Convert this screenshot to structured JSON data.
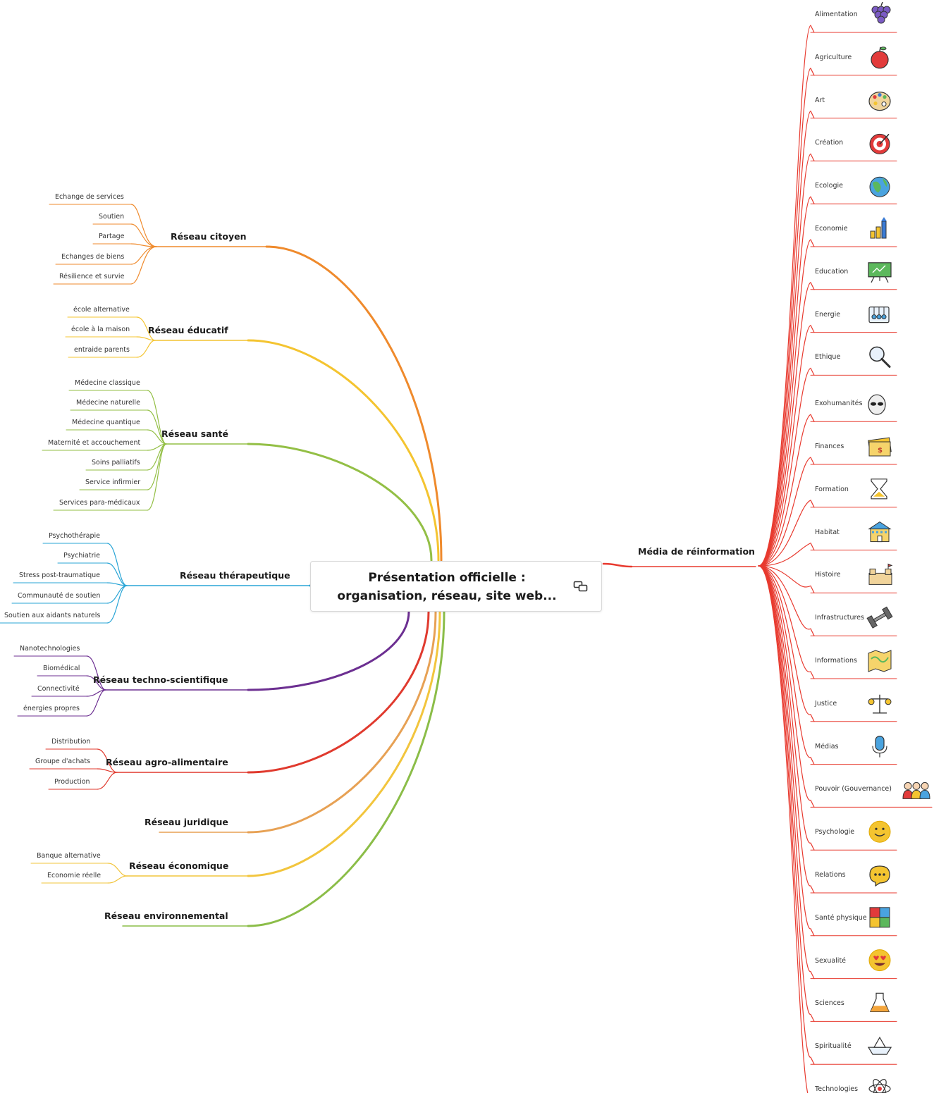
{
  "root": {
    "title_line1": "Présentation officielle :",
    "title_line2": "organisation, réseau, site web..."
  },
  "colors": {
    "citoyen": "#ef8a2c",
    "educatif": "#f4c430",
    "sante": "#93bf45",
    "therapeutique": "#2aa5d6",
    "techno": "#6c2f91",
    "agro": "#e03a2e",
    "juridique": "#e7a154",
    "economique": "#f2c53d",
    "environnemental": "#8bbd48",
    "media": "#e83a2f"
  },
  "branches": [
    {
      "key": "citoyen",
      "label": "Réseau citoyen",
      "children": [
        "Echange de services",
        "Soutien",
        "Partage",
        "Echanges de biens",
        "Résilience et survie"
      ]
    },
    {
      "key": "educatif",
      "label": "Réseau éducatif",
      "children": [
        "école alternative",
        "école à la maison",
        "entraide parents"
      ]
    },
    {
      "key": "sante",
      "label": "Réseau santé",
      "children": [
        "Médecine classique",
        "Médecine naturelle",
        "Médecine quantique",
        "Maternité et accouchement",
        "Soins palliatifs",
        "Service infirmier",
        "Services para-médicaux"
      ]
    },
    {
      "key": "therapeutique",
      "label": "Réseau thérapeutique",
      "children": [
        "Psychothérapie",
        "Psychiatrie",
        "Stress post-traumatique",
        "Communauté de soutien",
        "Soutien aux aidants naturels"
      ]
    },
    {
      "key": "techno",
      "label": "Réseau techno-scientifique",
      "children": [
        "Nanotechnologies",
        "Biomédical",
        "Connectivité",
        "énergies propres"
      ]
    },
    {
      "key": "agro",
      "label": "Réseau agro-alimentaire",
      "children": [
        "Distribution",
        "Groupe d'achats",
        "Production"
      ]
    },
    {
      "key": "juridique",
      "label": "Réseau juridique",
      "children": []
    },
    {
      "key": "economique",
      "label": "Réseau économique",
      "children": [
        "Banque alternative",
        "Economie réelle"
      ]
    },
    {
      "key": "environnemental",
      "label": "Réseau environnemental",
      "children": []
    }
  ],
  "media": {
    "label": "Média de réinformation",
    "items": [
      {
        "label": "Alimentation",
        "icon": "grapes-icon"
      },
      {
        "label": "Agriculture",
        "icon": "apple-icon"
      },
      {
        "label": "Art",
        "icon": "palette-icon"
      },
      {
        "label": "Création",
        "icon": "target-icon"
      },
      {
        "label": "Ecologie",
        "icon": "globe-icon"
      },
      {
        "label": "Economie",
        "icon": "bar-chart-icon"
      },
      {
        "label": "Education",
        "icon": "whiteboard-icon"
      },
      {
        "label": "Energie",
        "icon": "newtons-cradle-icon"
      },
      {
        "label": "Ethique",
        "icon": "magnifier-icon"
      },
      {
        "label": "Exohumanités",
        "icon": "alien-icon"
      },
      {
        "label": "Finances",
        "icon": "banknotes-icon"
      },
      {
        "label": "Formation",
        "icon": "hourglass-icon"
      },
      {
        "label": "Habitat",
        "icon": "building-icon"
      },
      {
        "label": "Histoire",
        "icon": "castle-icon"
      },
      {
        "label": "Infrastructures",
        "icon": "dumbbell-icon"
      },
      {
        "label": "Informations",
        "icon": "map-icon"
      },
      {
        "label": "Justice",
        "icon": "scales-icon"
      },
      {
        "label": "Médias",
        "icon": "microphone-icon"
      },
      {
        "label": "Pouvoir (Gouvernance)",
        "icon": "people-icon"
      },
      {
        "label": "Psychologie",
        "icon": "smiley-icon"
      },
      {
        "label": "Relations",
        "icon": "speech-bubble-icon"
      },
      {
        "label": "Santé physique",
        "icon": "puzzle-icon"
      },
      {
        "label": "Sexualité",
        "icon": "heart-eyes-icon"
      },
      {
        "label": "Sciences",
        "icon": "flask-icon"
      },
      {
        "label": "Spiritualité",
        "icon": "paper-boat-icon"
      },
      {
        "label": "Technologies",
        "icon": "atom-icon"
      }
    ]
  }
}
